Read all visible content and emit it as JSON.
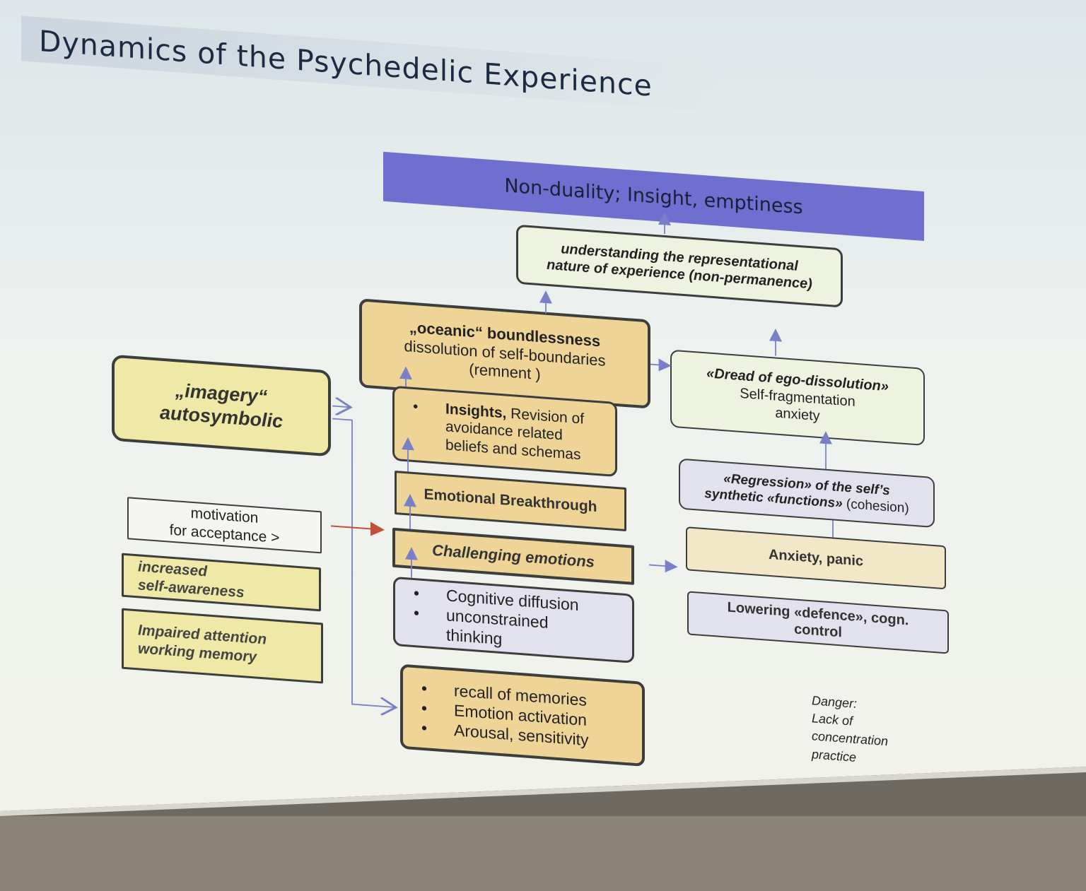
{
  "slide": {
    "title": "Dynamics of the Psychedelic Experience",
    "banner": "Non-duality; Insight, emptiness"
  },
  "nodes": {
    "understanding": {
      "line1": "understanding the representational",
      "line2": "nature of experience (non-permanence)"
    },
    "oceanic": {
      "line1": "„oceanic“ boundlessness",
      "line2": "dissolution of self-boundaries",
      "line3": "(remnent )"
    },
    "dread": {
      "line1": "«Dread of ego-dissolution»",
      "line2": "Self-fragmentation",
      "line3": "anxiety"
    },
    "imagery": {
      "line1": "„imagery“",
      "line2": "autosymbolic"
    },
    "insights": {
      "bold": "Insights,",
      "rest": " Revision of",
      "line2": "avoidance related",
      "line3": "beliefs and schemas"
    },
    "emotional_breakthrough": {
      "label": "Emotional Breakthrough"
    },
    "regression": {
      "line1": "«Regression» of the self’s",
      "line2_a": "synthetic  «functions»",
      "line2_b": " (cohesion)"
    },
    "motivation": {
      "line1": "motivation",
      "line2": "for acceptance >"
    },
    "challenging": {
      "label": "Challenging emotions"
    },
    "anxiety": {
      "label": "Anxiety, panic"
    },
    "self_awareness": {
      "line1": "increased",
      "line2": "self-awareness"
    },
    "cognitive": {
      "items": [
        "Cognitive diffusion",
        "unconstrained\nthinking"
      ]
    },
    "lowering": {
      "line1": "Lowering «defence», cogn.",
      "line2": "control"
    },
    "impaired": {
      "line1": "Impaired attention",
      "line2": "working memory"
    },
    "recall": {
      "items": [
        "recall of memories",
        "Emotion activation",
        "Arousal, sensitivity"
      ]
    },
    "danger": {
      "line1": "Danger:",
      "line2": "Lack of",
      "line3": "concentration",
      "line4": "practice"
    }
  },
  "colors": {
    "banner": "#6f6fd0",
    "yellow": "#efe8a6",
    "gold": "#efd497",
    "beige": "#f2e7c6",
    "green": "#edf3df",
    "lilac": "#e1e2ee",
    "arrow_blue": "#7a80c8",
    "arrow_red": "#c0503a"
  }
}
